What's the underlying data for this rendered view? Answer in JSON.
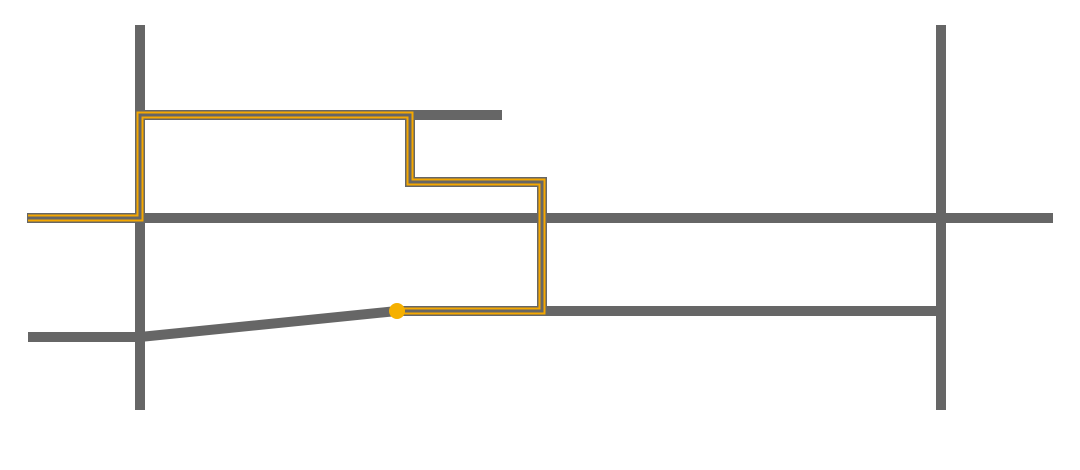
{
  "map": {
    "colors": {
      "background": "#ffffff",
      "road": "#666666",
      "route": "#f5a800",
      "marker": "#f5b000"
    },
    "roads": [
      "road-vertical-left",
      "road-vertical-right",
      "road-horizontal-middle",
      "road-lower-left-diagonal",
      "road-lower-right",
      "road-upper-block"
    ],
    "route": {
      "highlighted": true
    },
    "marker": {
      "icon": "location-dot-icon"
    }
  }
}
